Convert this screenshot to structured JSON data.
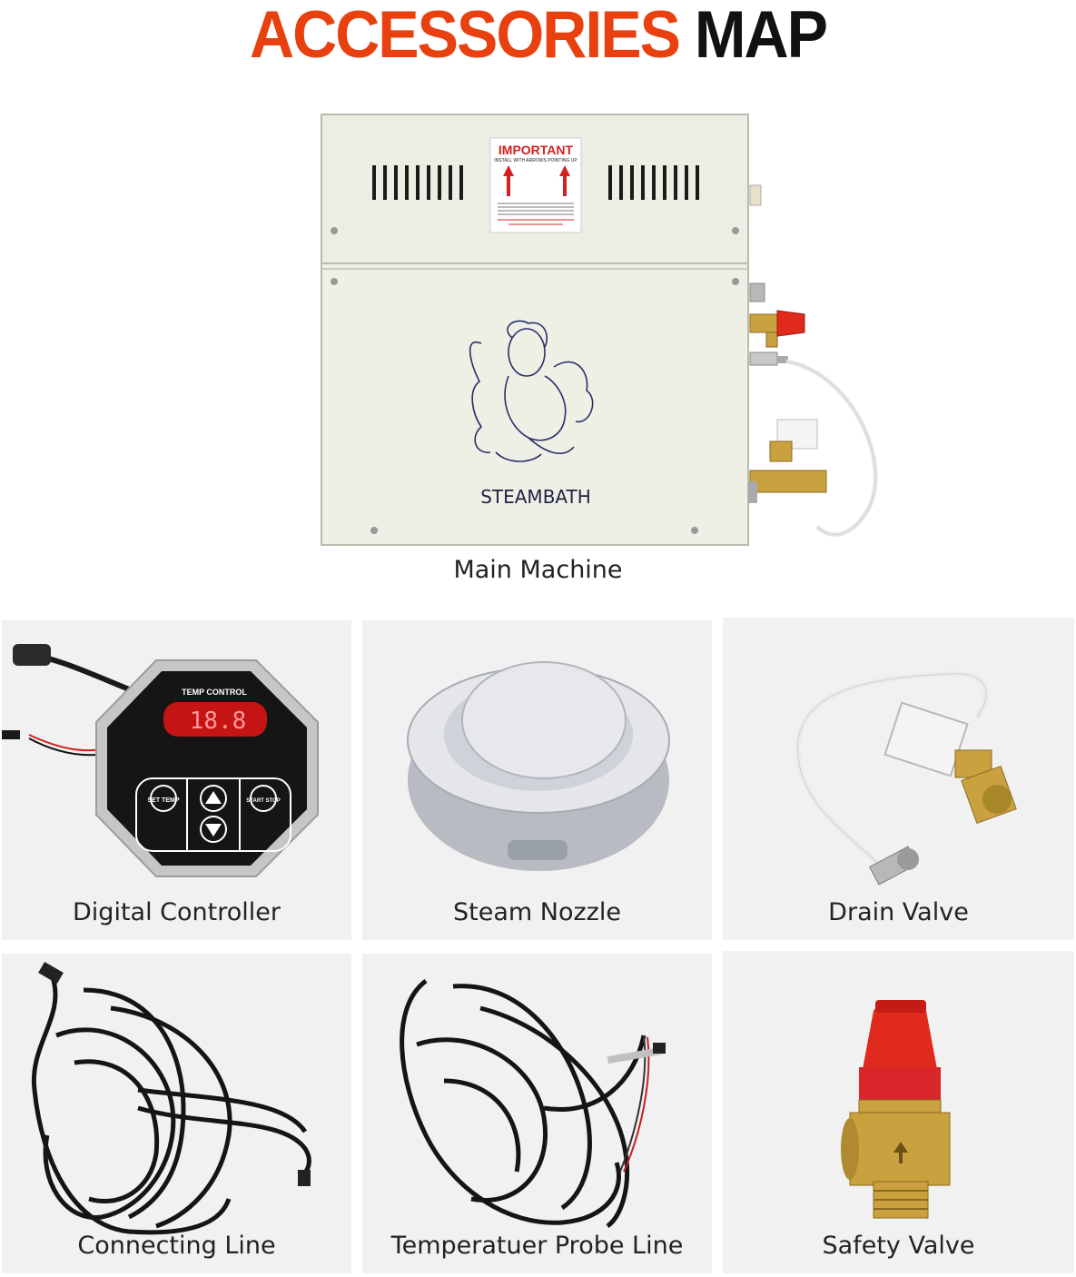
{
  "header": {
    "title_word1": "ACCESSORIES",
    "title_word2": "MAP"
  },
  "main_machine": {
    "caption": "Main Machine",
    "label_important": "IMPORTANT",
    "label_install": "INSTALL WITH ARROWS POINTING UP",
    "label_brand": "STEAMBATH"
  },
  "accessories": [
    {
      "caption": "Digital Controller",
      "panel_title": "TEMP CONTROL",
      "display": "18.8",
      "btn_set": "SET TEMP",
      "btn_start": "START STOP"
    },
    {
      "caption": "Steam Nozzle"
    },
    {
      "caption": "Drain Valve"
    },
    {
      "caption": "Connecting Line"
    },
    {
      "caption": "Temperatuer Probe Line"
    },
    {
      "caption": "Safety Valve"
    }
  ],
  "colors": {
    "title_accent": "#e8400f",
    "title_dark": "#111111",
    "tile_bg": "#f1f1f1",
    "valve_red": "#e02a1e",
    "brass": "#c9a13f"
  }
}
